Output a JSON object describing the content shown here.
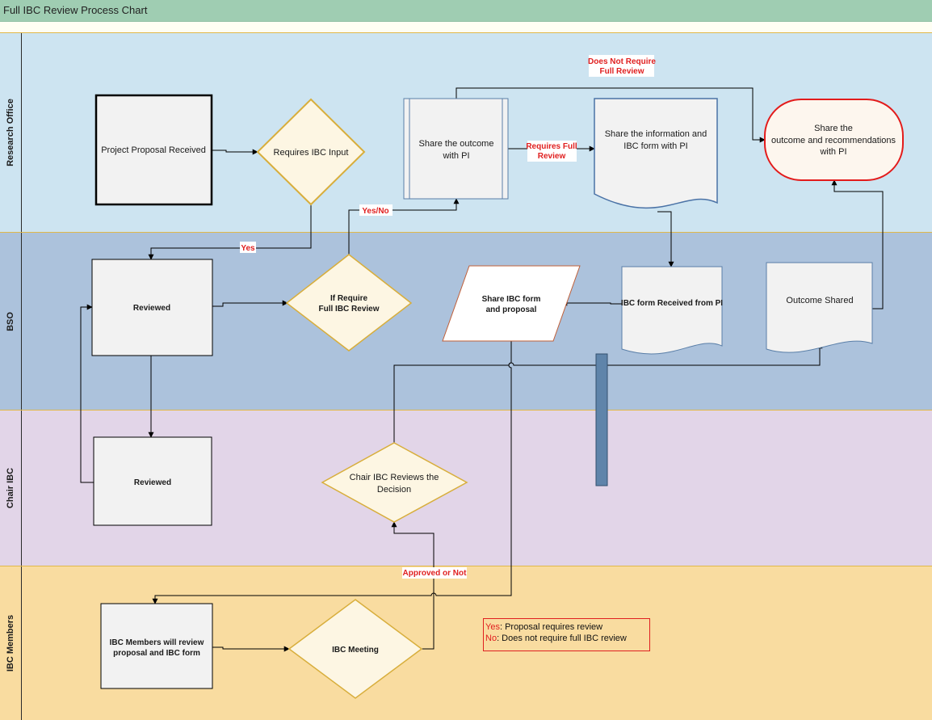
{
  "window": {
    "title": "Full IBC Review Process Chart"
  },
  "lanes": [
    {
      "label": "Research Office",
      "color": "#cde4f1"
    },
    {
      "label": "BSO",
      "color": "#acc2dc"
    },
    {
      "label": "Chair IBC",
      "color": "#e2d5e8"
    },
    {
      "label": "IBC Members",
      "color": "#f9dca0"
    }
  ],
  "nodes": {
    "project_proposal": "Project Proposal Received",
    "requires_ibc_input": "Requires IBC Input",
    "share_outcome": [
      "Share the outcome",
      "with PI"
    ],
    "share_information": [
      "Share the information and",
      "IBC form with PI"
    ],
    "share_outcome_recommendations": [
      "Share the",
      "outcome and  recommendations",
      "with PI"
    ],
    "reviewed_bso": "Reviewed",
    "if_require_full": [
      "If Require",
      "Full IBC Review"
    ],
    "share_ibc_form": [
      "Share IBC form",
      "and proposal"
    ],
    "ibc_form_received": "IBC form Received from PI",
    "outcome_shared": "Outcome Shared",
    "reviewed_chair": "Reviewed",
    "chair_reviews_decision": [
      "Chair IBC Reviews the",
      "Decision"
    ],
    "members_review": [
      "IBC Members will review",
      "proposal and IBC form"
    ],
    "ibc_meeting": "IBC Meeting"
  },
  "edge_labels": {
    "does_not_require": [
      "Does Not Require",
      "Full Review"
    ],
    "requires_full": [
      "Requires Full",
      "Review"
    ],
    "yes_no": "Yes/No",
    "yes": "Yes",
    "approved_or_not": "Approved or Not"
  },
  "legend": [
    {
      "key": "Yes",
      "text": ": Proposal requires review"
    },
    {
      "key": "No",
      "text": ": Does not require full IBC review"
    }
  ],
  "colors": {
    "decision_border": "#d8ae3c",
    "decision_fill": "#fdf6e3",
    "document_border": "#5a7fa8",
    "terminal_border": "#e31b1b",
    "label_red": "#e02020",
    "connector": "#000000"
  }
}
